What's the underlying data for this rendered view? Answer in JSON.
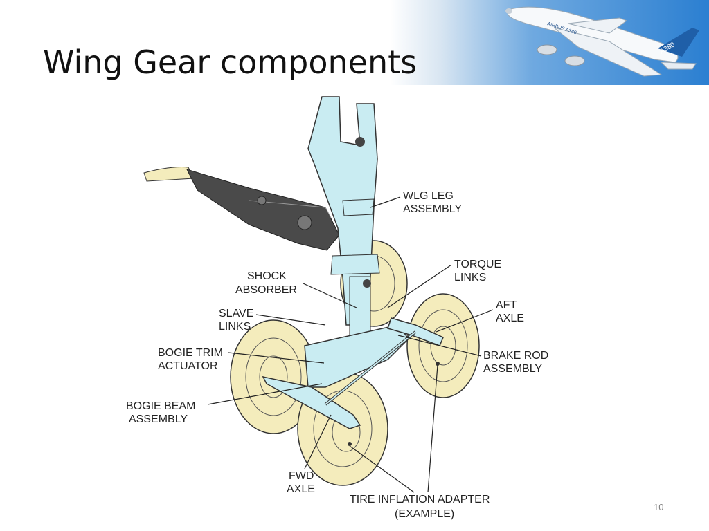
{
  "slide": {
    "title": "Wing Gear components",
    "page_number": "10"
  },
  "header_image": {
    "fuselage_text": "AIRBUS A380",
    "tail_text": "A380"
  },
  "labels": {
    "wlg_leg": [
      "WLG LEG",
      "ASSEMBLY"
    ],
    "torque_links": [
      "TORQUE",
      "LINKS"
    ],
    "shock_absorber": [
      "SHOCK",
      "ABSORBER"
    ],
    "aft_axle": [
      "AFT",
      "AXLE"
    ],
    "slave_links": [
      "SLAVE",
      "LINKS"
    ],
    "bogie_trim": [
      "BOGIE TRIM",
      "ACTUATOR"
    ],
    "brake_rod": [
      "BRAKE ROD",
      "ASSEMBLY"
    ],
    "bogie_beam": [
      "BOGIE BEAM",
      "ASSEMBLY"
    ],
    "fwd_axle": [
      "FWD",
      "AXLE"
    ],
    "tire_inflation": [
      "TIRE INFLATION ADAPTER",
      "(EXAMPLE)"
    ]
  },
  "colors": {
    "leg": "#c9ecf2",
    "tire": "#f4ecbc",
    "actuator": "#4a4a4a",
    "banner_left": "#ffffff",
    "banner_right": "#2e7fd0"
  }
}
